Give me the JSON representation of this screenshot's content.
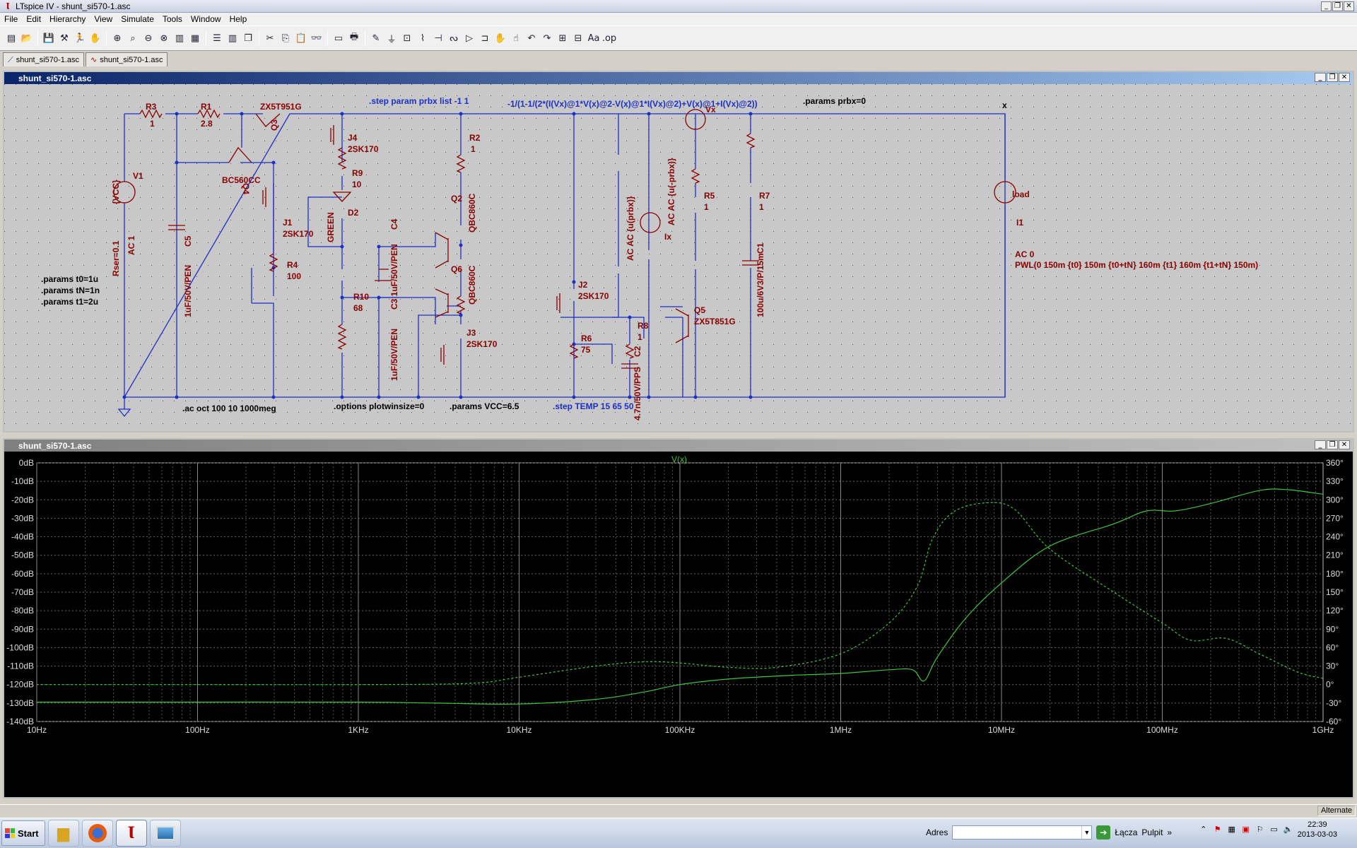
{
  "app": {
    "title": "LTspice IV - shunt_si570-1.asc",
    "menu": [
      "File",
      "Edit",
      "Hierarchy",
      "View",
      "Simulate",
      "Tools",
      "Window",
      "Help"
    ],
    "window_controls": [
      "minimize",
      "restore",
      "close"
    ],
    "toolbar_icons": [
      "new-schematic-icon",
      "open-icon",
      "save-icon",
      "control-panel-icon",
      "run-icon",
      "halt-icon",
      "zoom-in-icon",
      "zoom-pan-icon",
      "zoom-out-icon",
      "zoom-fit-icon",
      "autorange-icon",
      "pick-visible-traces-icon",
      "tile-horizontal-icon",
      "tile-vertical-icon",
      "cascade-icon",
      "cut-icon",
      "copy-icon",
      "paste-icon",
      "find-icon",
      "print-preview-icon",
      "print-icon",
      "draw-wire-icon",
      "ground-icon",
      "label-net-icon",
      "resistor-icon",
      "capacitor-icon",
      "inductor-icon",
      "diode-icon",
      "component-icon",
      "move-icon",
      "drag-icon",
      "undo-icon",
      "redo-icon",
      "rotate-icon",
      "mirror-icon",
      "text-icon",
      "spice-directive-icon"
    ],
    "toolbar_glyphs": [
      "▤",
      "📂",
      "💾",
      "⚒",
      "🏃",
      "✋",
      "⊕",
      "⌕",
      "⊖",
      "⊗",
      "▥",
      "▦",
      "☰",
      "▥",
      "❐",
      "✂",
      "⎘",
      "📋",
      "👓",
      "▭",
      "🖶",
      "✎",
      "⏚",
      "⊡",
      "⌇",
      "⊣",
      "ᔓ",
      "▷",
      "⊐",
      "✋",
      "☝",
      "↶",
      "↷",
      "⊞",
      "⊟",
      "Aa",
      ".op"
    ],
    "tabs": [
      {
        "label": "shunt_si570-1.asc",
        "icon": "schematic-icon"
      },
      {
        "label": "shunt_si570-1.asc",
        "icon": "waveform-icon"
      }
    ],
    "status_right": "Alternate"
  },
  "schematic": {
    "window_title": "shunt_si570-1.asc",
    "labels": {
      "R3": "R3",
      "R3v": "1",
      "R1": "R1",
      "R1v": "2.8",
      "Q3": "ZX5T951G",
      "Q3n": "Q3",
      "Q4n": "Q4",
      "Q4": "BC560CC",
      "J4n": "J4",
      "J4": "2SK170",
      "R9n": "R9",
      "R9v": "10",
      "D2n": "D2",
      "D2": "GREEN",
      "R10n": "R10",
      "R10v": "68",
      "C4n": "C4",
      "C3": "C3 1uF/50V/PEN",
      "C3b": "1uF/50V/PEN",
      "J1n": "J1",
      "J1": "2SK170",
      "R4n": "R4",
      "R4v": "100",
      "C5n": "C5",
      "C5": "1uF/50V/PEN",
      "V1n": "V1",
      "V1val": "{VCC}",
      "V1ac": "AC 1",
      "V1rser": "Rser=0.1",
      "R2n": "R2",
      "R2v": "1",
      "Q2n": "Q2",
      "Q2": "QBC860C",
      "Q6n": "Q6",
      "Q6": "QBC860C",
      "J3n": "J3",
      "J3": "2SK170",
      "J2n": "J2",
      "J2": "2SK170",
      "R6n": "R6",
      "R6v": "75",
      "R8n": "R8",
      "R8v": "1",
      "C2n": "C2",
      "C2": "4.7n/50V/PPS",
      "Ixn": "Ix",
      "Ix": "AC AC {u(prbx)}",
      "Vxn": "Vx",
      "Vx": "AC AC {u(-prbx)}",
      "R5n": "R5",
      "R5v": "1",
      "Q5n": "Q5",
      "Q5": "ZX5T851G",
      "R7n": "R7",
      "R7v": "1",
      "C1n": "C1",
      "C1": "100u/6V3/P/15m",
      "I1n": "I1",
      "load": "load",
      "I1ac": "AC 0",
      "I1pwl": "PWL(0 150m {t0} 150m {t0+tN} 160m {t1} 160m {t1+tN} 150m)",
      "x": "x"
    },
    "directives": {
      "step_prbx": ".step param prbx list -1 1",
      "meas": "-1/(1-1/(2*(I(Vx)@1*V(x)@2-V(x)@1*I(Vx)@2)+V(x)@1+I(Vx)@2))",
      "params_prbx": ".params prbx=0",
      "params_t0": ".params t0=1u",
      "params_tN": ".params tN=1n",
      "params_t1": ".params t1=2u",
      "ac": ".ac oct 100 10 1000meg",
      "options": ".options plotwinsize=0",
      "params_vcc": ".params VCC=6.5",
      "step_temp": ".step TEMP 15 65  50"
    }
  },
  "plot": {
    "window_title": "shunt_si570-1.asc",
    "trace_label": "V(x)"
  },
  "chart_data": {
    "type": "line",
    "title": "V(x)",
    "xscale": "log",
    "xlim": [
      10,
      1000000000
    ],
    "x_ticks": [
      "10Hz",
      "100Hz",
      "1KHz",
      "10KHz",
      "100KHz",
      "1MHz",
      "10MHz",
      "100MHz",
      "1GHz"
    ],
    "ylim": [
      -140,
      0
    ],
    "y_ticks": [
      "0dB",
      "-10dB",
      "-20dB",
      "-30dB",
      "-40dB",
      "-50dB",
      "-60dB",
      "-70dB",
      "-80dB",
      "-90dB",
      "-100dB",
      "-110dB",
      "-120dB",
      "-130dB",
      "-140dB"
    ],
    "y2lim": [
      -60,
      360
    ],
    "y2_ticks": [
      "360°",
      "330°",
      "300°",
      "270°",
      "240°",
      "210°",
      "180°",
      "150°",
      "120°",
      "90°",
      "60°",
      "30°",
      "0°",
      "-30°",
      "-60°"
    ],
    "grid": true,
    "series": [
      {
        "name": "V(x)",
        "role": "magnitude",
        "style": "solid",
        "axis": "left",
        "x": [
          10,
          100,
          1000,
          3000,
          10000,
          30000,
          60000,
          100000,
          200000,
          500000,
          1000000,
          2000000,
          2800000,
          3300000,
          4000000,
          6000000,
          10000000,
          20000000,
          50000000,
          80000000,
          120000000,
          200000000,
          400000000,
          600000000,
          1000000000
        ],
        "y": [
          -129.5,
          -129.5,
          -129.5,
          -130,
          -130.5,
          -128,
          -124,
          -120,
          -117,
          -115,
          -114,
          -112,
          -112,
          -118,
          -105,
          -84,
          -65,
          -45,
          -33,
          -26,
          -26,
          -22,
          -15,
          -14.5,
          -17
        ]
      },
      {
        "name": "",
        "role": "phase",
        "style": "dashed",
        "axis": "right",
        "x": [
          10,
          100,
          1000,
          5000,
          10000,
          30000,
          60000,
          100000,
          200000,
          400000,
          1000000,
          2000000,
          3000000,
          3700000,
          5000000,
          8000000,
          12000000,
          20000000,
          50000000,
          100000000,
          150000000,
          250000000,
          400000000,
          700000000,
          1000000000
        ],
        "y": [
          0,
          0,
          0,
          2,
          12,
          30,
          37,
          35,
          28,
          28,
          50,
          100,
          160,
          235,
          280,
          295,
          285,
          220,
          150,
          100,
          72,
          75,
          50,
          20,
          10
        ]
      }
    ]
  }
}
